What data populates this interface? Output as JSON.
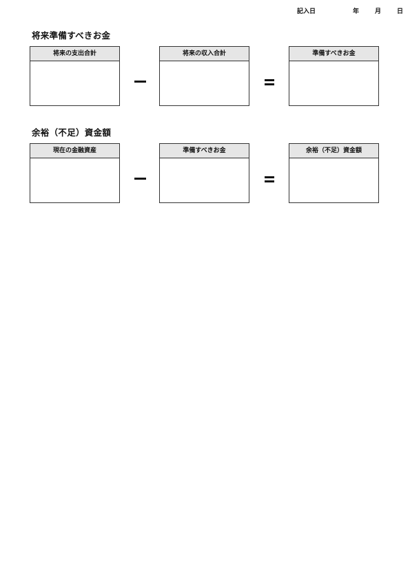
{
  "header": {
    "entry_date_label": "記入日",
    "year_label": "年",
    "month_label": "月",
    "day_label": "日"
  },
  "sections": [
    {
      "title": "将来準備すべきお金",
      "boxes": [
        {
          "label": "将来の支出合計",
          "value": ""
        },
        {
          "label": "将来の収入合計",
          "value": ""
        },
        {
          "label": "準備すべきお金",
          "value": ""
        }
      ],
      "operators": [
        "minus",
        "equals"
      ]
    },
    {
      "title": "余裕（不足）資金額",
      "boxes": [
        {
          "label": "現在の金融資産",
          "value": ""
        },
        {
          "label": "準備すべきお金",
          "value": ""
        },
        {
          "label": "余裕（不足）資金額",
          "value": ""
        }
      ],
      "operators": [
        "minus",
        "equals"
      ]
    }
  ]
}
